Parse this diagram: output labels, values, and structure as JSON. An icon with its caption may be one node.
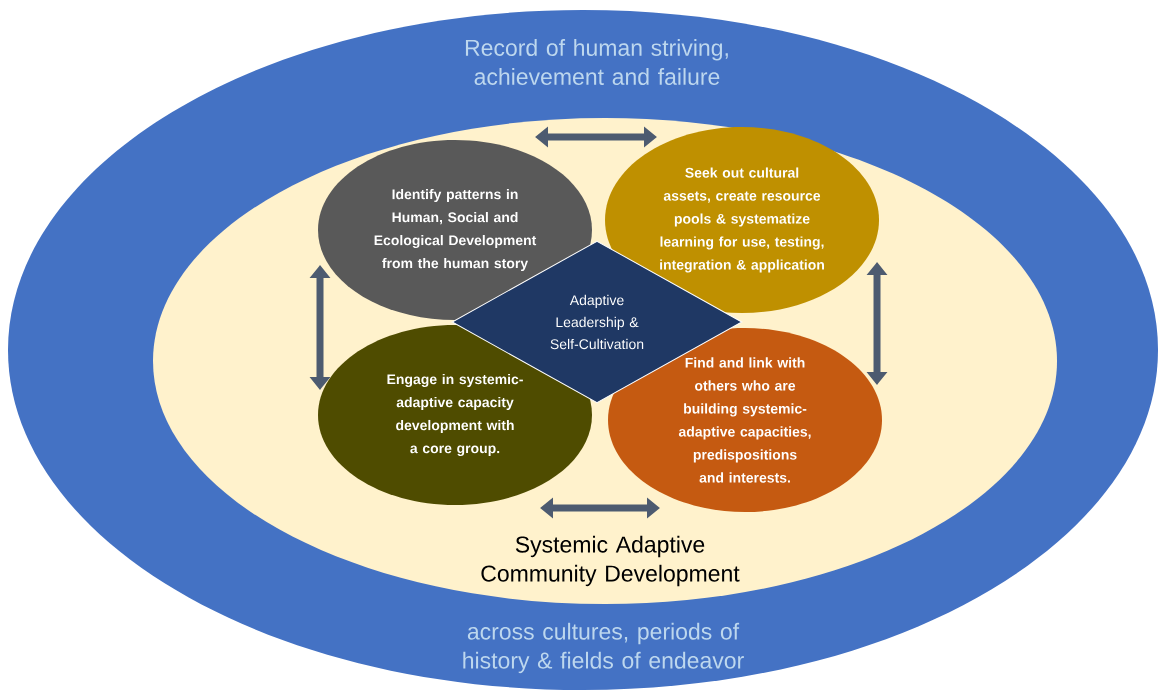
{
  "diagram": {
    "nodes": [
      {
        "text": [
          "Record of human striving, achievement and failure",
          "across cultures, periods of history & fields of endeavor"
        ]
      },
      {
        "text": [
          "Systemic Adaptive Community Development"
        ],
        "in": 0
      },
      {
        "text": [
          "Identify patterns in Human, Social and Ecological Development from the human story"
        ],
        "in": 1
      },
      {
        "text": [
          "Seek out cultural assets, create resource pools & systematize learning for use, testing, integration & application"
        ],
        "in": 1
      },
      {
        "text": [
          "Engage in systemic-adaptive capacity development with a core group."
        ],
        "in": 1
      },
      {
        "text": [
          "Find and link with others who are building systemic-adaptive capacities, predispositions and interests."
        ],
        "in": 1
      },
      {
        "text": [
          "Adaptive Leadership & Self-Cultivation"
        ],
        "in": 1
      }
    ],
    "edges": [
      {
        "from": 2,
        "to": 3,
        "arrow": "both"
      },
      {
        "from": 2,
        "to": 4,
        "arrow": "both"
      },
      {
        "from": 3,
        "to": 5,
        "arrow": "both"
      },
      {
        "from": 4,
        "to": 5,
        "arrow": "both"
      }
    ]
  }
}
